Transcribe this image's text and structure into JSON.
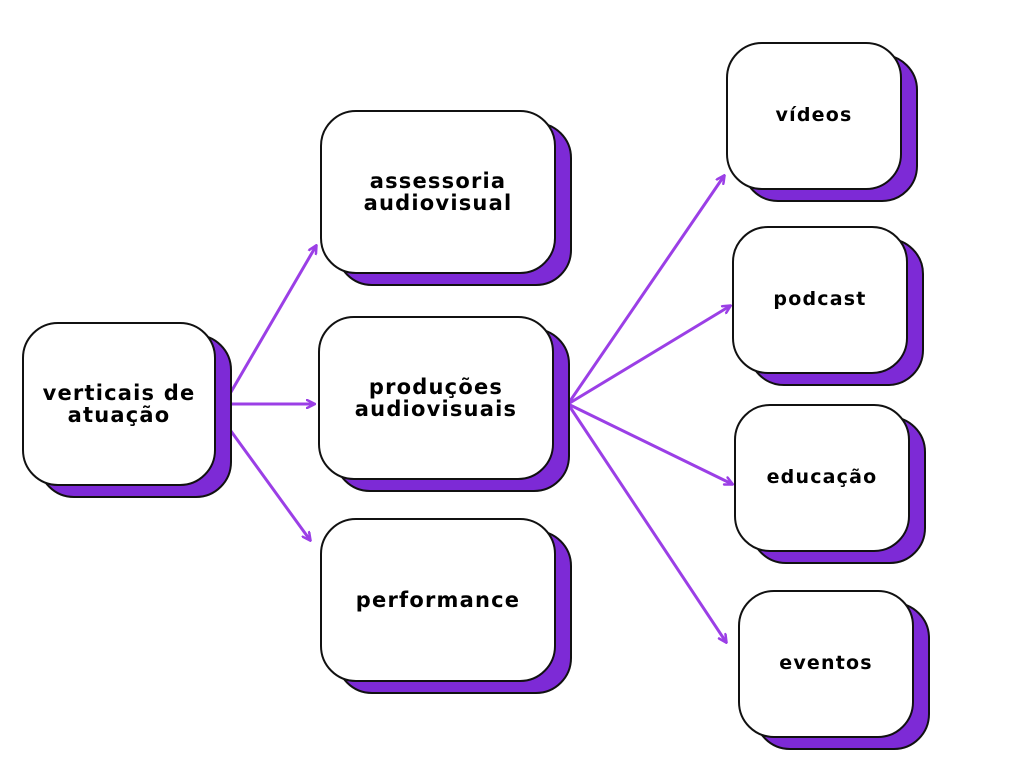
{
  "diagram": {
    "root": {
      "label": "verticais de\natuação"
    },
    "level1": [
      {
        "label": "assessoria\naudiovisual"
      },
      {
        "label": "produções\naudiovisuais"
      },
      {
        "label": "performance"
      }
    ],
    "level2": [
      {
        "label": "vídeos"
      },
      {
        "label": "podcast"
      },
      {
        "label": "educação"
      },
      {
        "label": "eventos"
      }
    ],
    "colors": {
      "accent": "#7d2ad6",
      "arrow": "#9b3fe6",
      "outline": "#111111"
    }
  }
}
